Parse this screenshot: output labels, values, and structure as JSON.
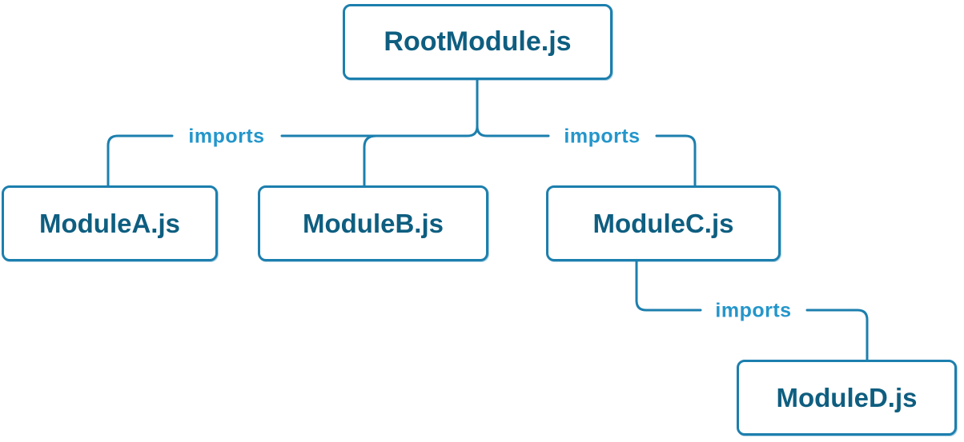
{
  "diagram": {
    "title": "module-import-dependency-tree",
    "colors": {
      "background": "#ffffff",
      "edge_line": "#1c7fae",
      "edge_label_text": "#2496cb",
      "node_border": "#1c7fae",
      "node_background": "#ffffff",
      "node_text": "#0e5e80"
    },
    "nodes": [
      {
        "id": "root",
        "label": "RootModule.js"
      },
      {
        "id": "a",
        "label": "ModuleA.js"
      },
      {
        "id": "b",
        "label": "ModuleB.js"
      },
      {
        "id": "c",
        "label": "ModuleC.js"
      },
      {
        "id": "d",
        "label": "ModuleD.js"
      }
    ],
    "edges": [
      {
        "from": "root",
        "to": "a",
        "label": "imports"
      },
      {
        "from": "root",
        "to": "b",
        "label": ""
      },
      {
        "from": "root",
        "to": "c",
        "label": "imports"
      },
      {
        "from": "c",
        "to": "d",
        "label": "imports"
      }
    ]
  }
}
